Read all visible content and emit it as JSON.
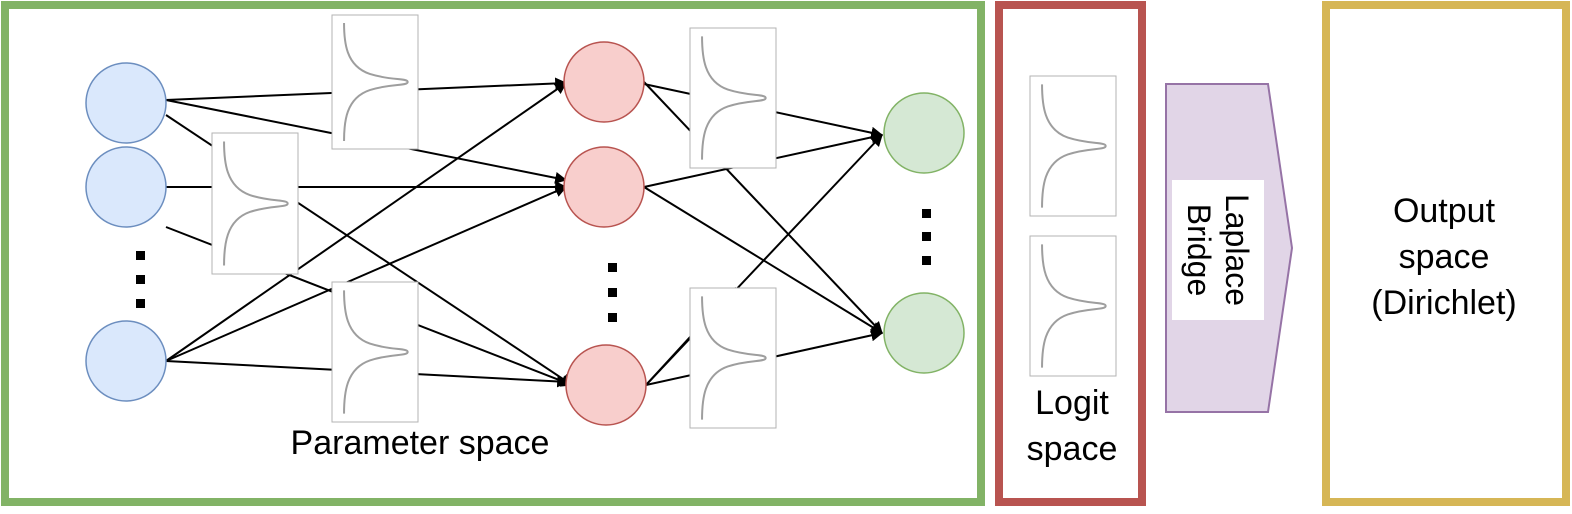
{
  "labels": {
    "parameter_space": "Parameter space",
    "logit_line1": "Logit",
    "logit_line2": "space",
    "bridge_line1": "Laplace",
    "bridge_line2": "Bridge",
    "output_line1": "Output",
    "output_line2": "space",
    "output_line3": "(Dirichlet)"
  },
  "colors": {
    "parameter_border": "#82b366",
    "logit_border": "#b85450",
    "output_border": "#d6b656",
    "input_fill": "#dae8fc",
    "input_stroke": "#6c8ebf",
    "hidden_fill": "#f8cecc",
    "hidden_stroke": "#b85450",
    "output_node_fill": "#d5e8d4",
    "output_node_stroke": "#82b366",
    "bridge_fill": "#e1d5e7",
    "bridge_stroke": "#9673a6",
    "gaussian_curve": "#9e9e9e"
  }
}
